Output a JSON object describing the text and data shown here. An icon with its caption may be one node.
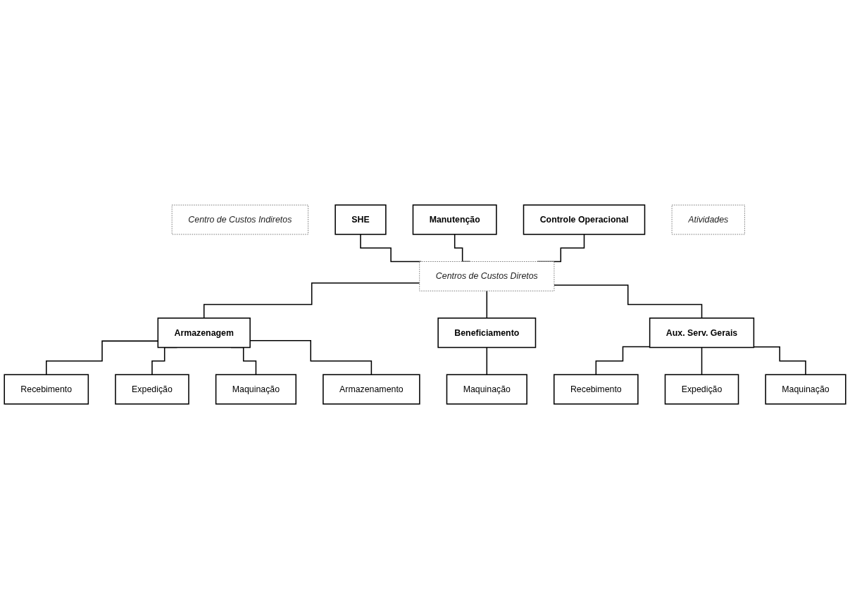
{
  "diagram": {
    "nodes": [
      {
        "text": [
          "Centro de Custos Indiretos"
        ]
      },
      {
        "text": [
          "SHE"
        ]
      },
      {
        "text": [
          "Manutenção"
        ]
      },
      {
        "text": [
          "Controle Operacional"
        ]
      },
      {
        "text": [
          "Centros de Custos Diretos"
        ]
      },
      {
        "text": [
          "Armazenagem"
        ]
      },
      {
        "text": [
          "Beneficiamento"
        ]
      },
      {
        "text": [
          "Aux. Serv. Gerais"
        ]
      },
      {
        "text": [
          "Atividades"
        ]
      },
      {
        "text": [
          "Recebimento"
        ]
      },
      {
        "text": [
          "Expedição"
        ]
      },
      {
        "text": [
          "Maquinação"
        ]
      },
      {
        "text": [
          "Armazenamento"
        ]
      },
      {
        "text": [
          "Maquinação"
        ]
      },
      {
        "text": [
          "Recebimento"
        ]
      },
      {
        "text": [
          "Expedição"
        ]
      },
      {
        "text": [
          "Maquinação"
        ]
      }
    ],
    "edges": [
      {
        "from": 1,
        "to": 4,
        "arrow": "none"
      },
      {
        "from": 2,
        "to": 4,
        "arrow": "none"
      },
      {
        "from": 3,
        "to": 4,
        "arrow": "none"
      },
      {
        "from": 4,
        "to": 5,
        "arrow": "none"
      },
      {
        "from": 4,
        "to": 6,
        "arrow": "none"
      },
      {
        "from": 4,
        "to": 7,
        "arrow": "none"
      },
      {
        "from": 5,
        "to": 9,
        "arrow": "none"
      },
      {
        "from": 5,
        "to": 10,
        "arrow": "none"
      },
      {
        "from": 5,
        "to": 11,
        "arrow": "none"
      },
      {
        "from": 5,
        "to": 12,
        "arrow": "none"
      },
      {
        "from": 6,
        "to": 13,
        "arrow": "none"
      },
      {
        "from": 7,
        "to": 14,
        "arrow": "none"
      },
      {
        "from": 7,
        "to": 15,
        "arrow": "none"
      },
      {
        "from": 7,
        "to": 16,
        "arrow": "none"
      }
    ]
  }
}
